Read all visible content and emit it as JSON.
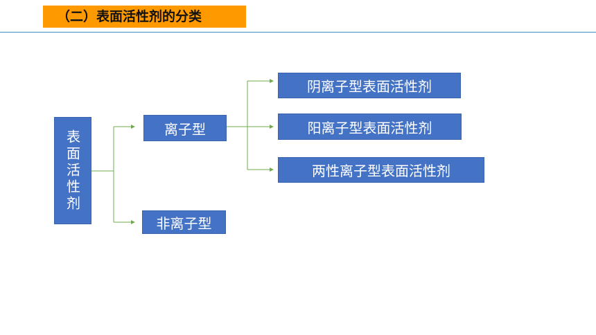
{
  "header": {
    "title": "（二）表面活性剂的分类"
  },
  "diagram": {
    "root": "表面活性剂",
    "level1": {
      "ionic": "离子型",
      "nonionic": "非离子型"
    },
    "level2": {
      "anionic": "阴离子型表面活性剂",
      "cationic": "阳离子型表面活性剂",
      "amphoteric": "两性离子型表面活性剂"
    }
  },
  "colors": {
    "title_bg": "#ff9900",
    "box_fill": "#4472c4",
    "connector": "#70ad47",
    "rule": "#3a8dc0"
  }
}
